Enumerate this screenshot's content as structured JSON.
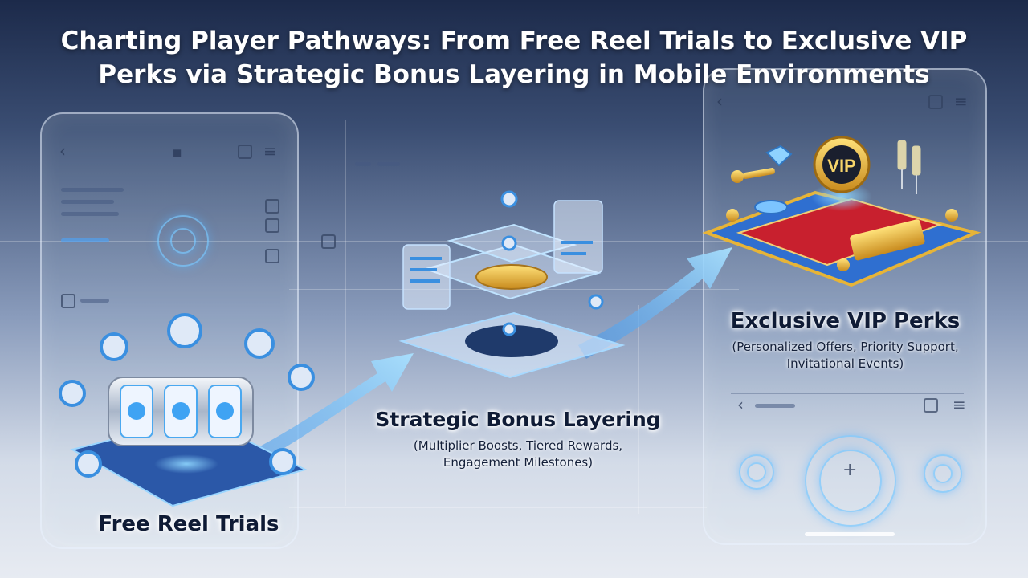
{
  "title": {
    "line1": "Charting Player Pathways: From Free Reel Trials to Exclusive VIP",
    "line2": "Perks via Strategic Bonus Layering in Mobile Environments"
  },
  "stages": [
    {
      "label": "Free Reel Trials",
      "details": ""
    },
    {
      "label": "Strategic Bonus Layering",
      "details_line1": "(Multiplier Boosts, Tiered Rewards,",
      "details_line2": "Engagement Milestones)"
    },
    {
      "label": "Exclusive VIP Perks",
      "details_line1": "(Personalized Offers, Priority Support,",
      "details_line2": "Invitational Events)"
    }
  ],
  "vip_badge_text": "VIP",
  "icons": {
    "back": "chevron-left-icon",
    "menu": "hamburger-menu-icon",
    "plus": "plus-icon"
  },
  "colors": {
    "background_top": "#1c2a4a",
    "background_bottom": "#e7ebf2",
    "arrow": "#6fc4ff",
    "gold": "#e7b437",
    "carpet": "#c8202e",
    "platform_blue": "#2f6fd0"
  }
}
